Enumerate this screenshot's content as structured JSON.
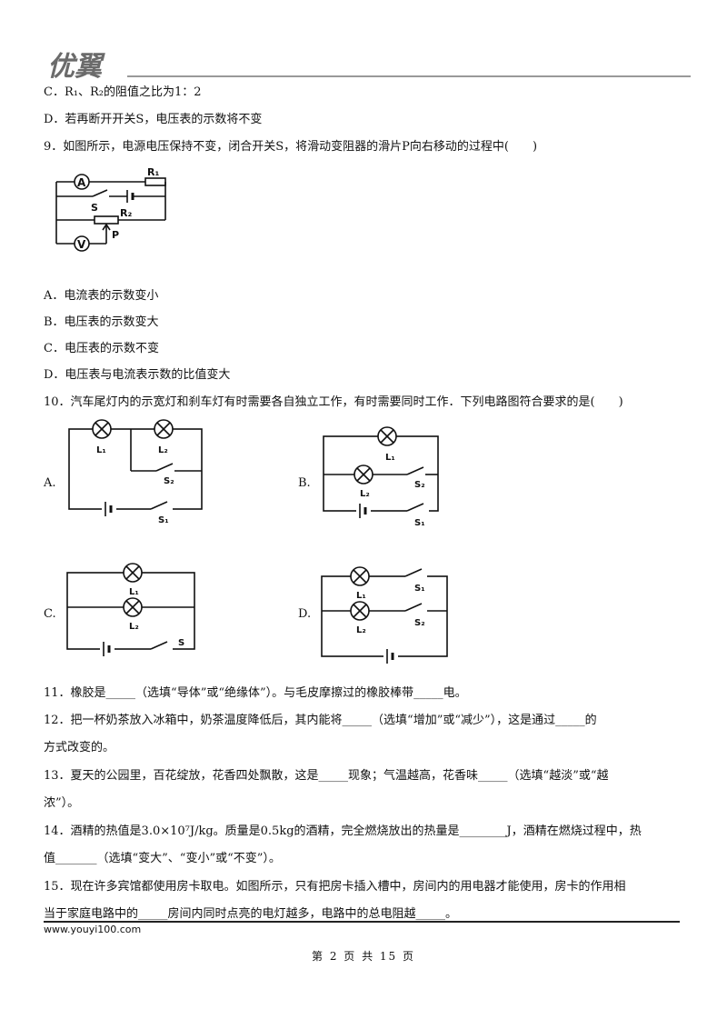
{
  "header": {
    "logo_text": "优翼"
  },
  "lines": {
    "l1": "C．R₁、R₂的阻值之比为1：2",
    "l2": "D．若再断开开关S，电压表的示数将不变",
    "q9": "9．如图所示，电源电压保持不变，闭合开关S，将滑动变阻器的滑片P向右移动的过程中(　　)",
    "q9a": "A．电流表的示数变小",
    "q9b": "B．电压表的示数变大",
    "q9c": "C．电压表的示数不变",
    "q9d": "D．电压表与电流表示数的比值变大",
    "q10": "10．汽车尾灯内的示宽灯和刹车灯有时需要各自独立工作，有时需要同时工作．下列电路图符合要求的是(　　)",
    "q11": "11．橡胶是_____（选填“导体”或“绝缘体”）。与毛皮摩擦过的橡胶棒带_____电。",
    "q12a": "12．把一杯奶茶放入冰箱中，奶茶温度降低后，其内能将_____（选填“增加”或“减少”），这是通过_____的",
    "q12b": "方式改变的。",
    "q13a": "13．夏天的公园里，百花绽放，花香四处飘散，这是_____现象；气温越高，花香味_____（选填“越淡”或“越",
    "q13b": "浓”）。",
    "q14a": "14．酒精的热值是3.0×10⁷J/kg。质量是0.5kg的酒精，完全燃烧放出的热量是________J，酒精在燃烧过程中，热",
    "q14b": "值_______（选填“变大”、“变小”或“不变”）。",
    "q15a": "15．现在许多宾馆都使用房卡取电。如图所示，只有把房卡插入槽中，房间内的用电器才能使用，房卡的作用相",
    "q15b": "当于家庭电路中的_____房间内同时点亮的电灯越多，电路中的总电阻越_____。"
  },
  "q10_options": {
    "a": "A.",
    "b": "B.",
    "c": "C.",
    "d": "D."
  },
  "fig9": {
    "ammeter": "A",
    "voltmeter": "V",
    "r1": "R₁",
    "r2": "R₂",
    "switch": "S",
    "slider": "P"
  },
  "fig10": {
    "l1": "L₁",
    "l2": "L₂",
    "s1": "S₁",
    "s2": "S₂",
    "s": "S"
  },
  "footer": {
    "url": "www.youyi100.com",
    "page": "第 2 页 共 15 页"
  }
}
